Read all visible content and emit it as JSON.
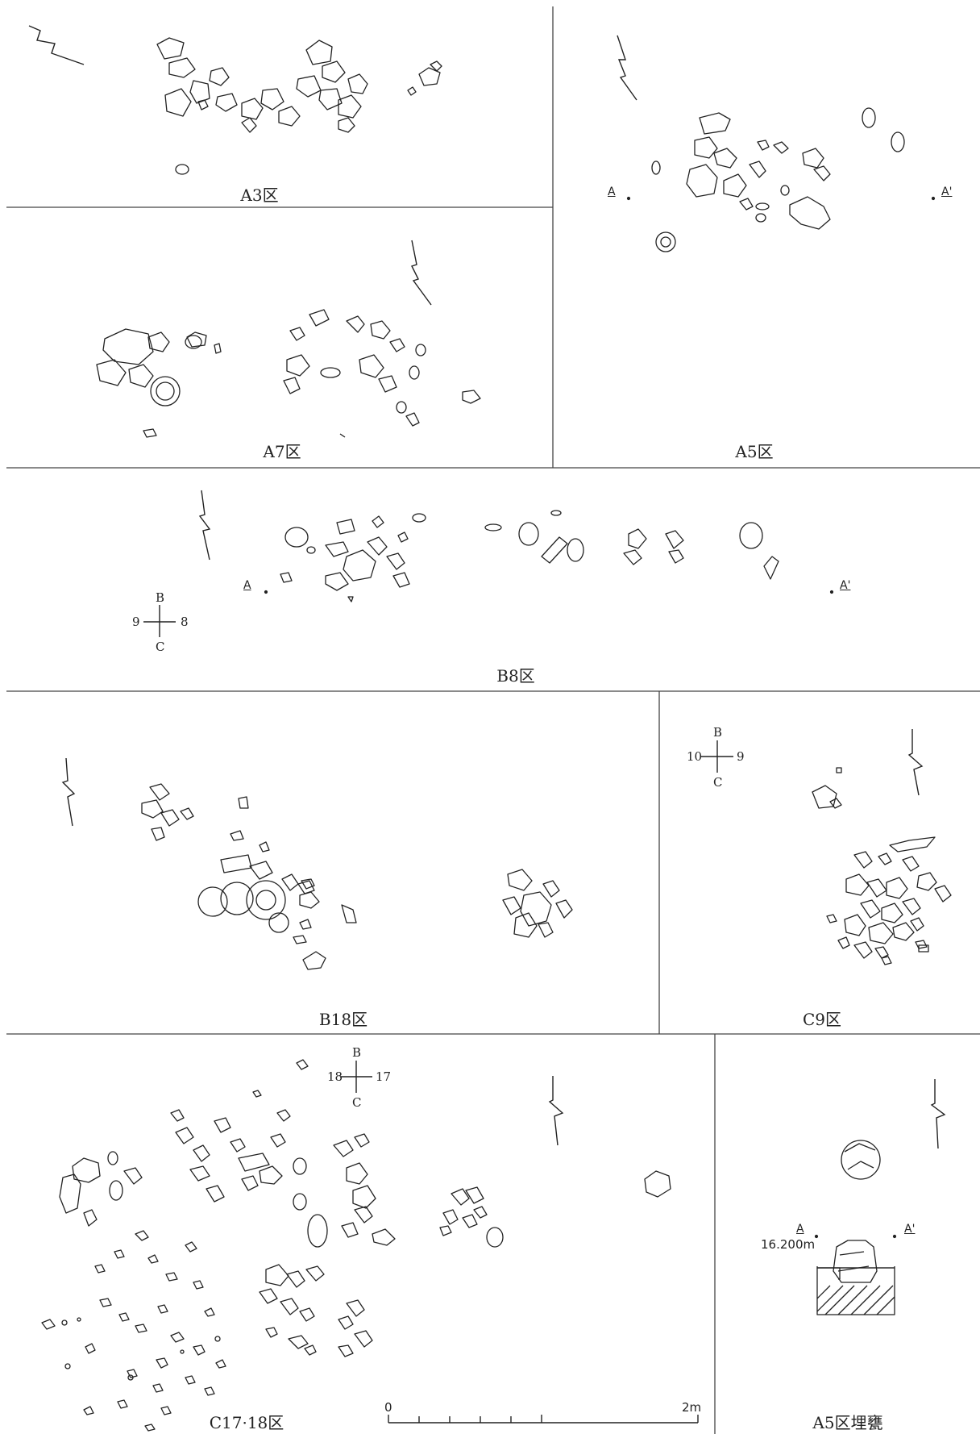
{
  "panels": [
    {
      "id": "a3",
      "label": "A3区"
    },
    {
      "id": "a7",
      "label": "A7区"
    },
    {
      "id": "a5",
      "label": "A5区",
      "section_start": "A",
      "section_end": "A'"
    },
    {
      "id": "b8",
      "label": "B8区",
      "section_start": "A",
      "section_end": "A'",
      "grid": {
        "top": "B",
        "bottom": "C",
        "left": "9",
        "right": "8"
      }
    },
    {
      "id": "b18",
      "label": "B18区"
    },
    {
      "id": "c9",
      "label": "C9区",
      "grid": {
        "top": "B",
        "bottom": "C",
        "left": "10",
        "right": "9"
      }
    },
    {
      "id": "c1718",
      "label": "C17·18区",
      "grid": {
        "top": "B",
        "bottom": "C",
        "left": "18",
        "right": "17"
      }
    },
    {
      "id": "a5jar",
      "label": "A5区埋甕",
      "section_start": "A",
      "section_end": "A'",
      "elevation": "16.200m"
    }
  ],
  "scale_bar": {
    "start": "0",
    "end": "2m"
  },
  "icons": [
    "north-arrow-icon",
    "grid-cross-icon",
    "scale-bar-icon"
  ]
}
